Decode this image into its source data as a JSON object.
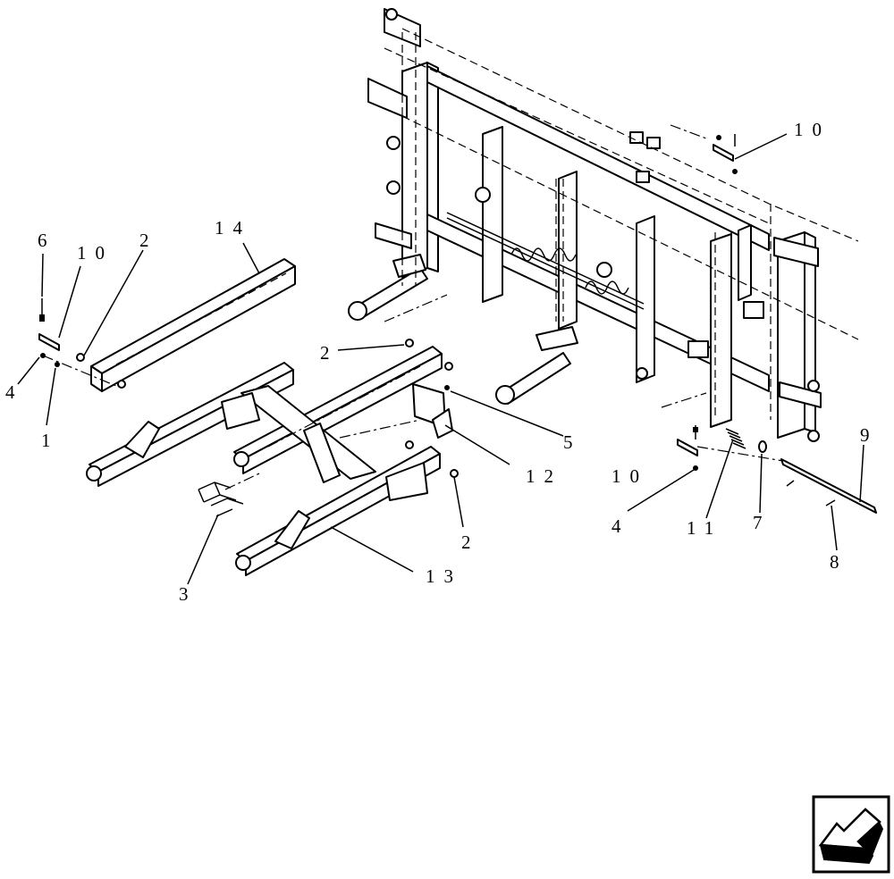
{
  "callouts": {
    "c1": "1",
    "c2a": "2",
    "c2b": "2",
    "c2c": "2",
    "c3": "3",
    "c4a": "4",
    "c4b": "4",
    "c5": "5",
    "c6": "6",
    "c7": "7",
    "c8": "8",
    "c9": "9",
    "c10a": "10",
    "c10b": "10",
    "c10c": "10",
    "c11": "11",
    "c12": "12",
    "c13": "13",
    "c14": "14"
  },
  "nav": {
    "icon": "arrow-left-down-icon"
  }
}
